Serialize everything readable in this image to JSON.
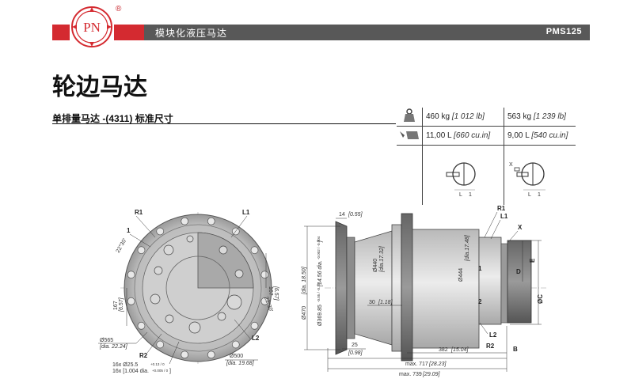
{
  "brand": {
    "logo_text": "PN",
    "registered": "®",
    "accent": "#d42a30"
  },
  "header": {
    "section": "模块化液压马达",
    "code": "PMS125"
  },
  "title": "轮边马达",
  "subtitle": "单排量马达 -(4311) 标准尺寸",
  "specs": {
    "weight_1": "460 kg",
    "weight_1_alt": "[1 012 lb]",
    "weight_2": "563 kg",
    "weight_2_alt": "[1 239 lb]",
    "oil_1": "11,00 L",
    "oil_1_alt": "[660 cu.in]",
    "oil_2": "9,00 L",
    "oil_2_alt": "[540 cu.in]",
    "icons": [
      "weight-icon",
      "oil-volume-icon"
    ],
    "diag_labels": {
      "l": "L",
      "one": "1",
      "x": "X"
    }
  },
  "front_view": {
    "r1": "R1",
    "l1": "L1",
    "port1": "1",
    "r2": "R2",
    "l2": "L2",
    "angle_top": "22°30'",
    "angle_right": "22°30'",
    "dim_167_right": "167",
    "dim_167_right_in": "[6.57]",
    "dim_167_left": "167",
    "dim_167_left_in": "[6.57]",
    "d565": "Ø565",
    "d565_in": "[dia. 22.24]",
    "holes": "16x Ø25.5",
    "holes_tol": "+0.13 / 0",
    "holes_in": "16x [1.004 dia.",
    "holes_in_tol": "+0.005 / 0",
    "holes_in_end": "]",
    "d500": "Ø500",
    "d500_in": "[dia. 19.68]"
  },
  "side_view": {
    "dim14": "14",
    "dim14_in": "[0.55]",
    "r1": "R1",
    "l1": "L1",
    "x": "X",
    "e": "E",
    "d": "D",
    "c": "ØC",
    "d440": "Ø440",
    "d440_in": "[dia.17.32]",
    "d444": "Ø444",
    "d444_in": "[dia.17.48]",
    "d470": "Ø470",
    "d470_in": "[dia. 18.50]",
    "d36985": "Ø369.85",
    "d36985_tol": "-0.05 / -0.10",
    "d36985_in": "[14.56 dia.",
    "d36985_in_tol": "-0.002 / -0.004",
    "d36985_in_end": "]",
    "port1": "1",
    "port2": "2",
    "dim30": "30",
    "dim30_in": "[1.18]",
    "dim25": "25",
    "dim25_in": "[0.98]",
    "dim382": "382",
    "dim382_in": "[15.04]",
    "l2": "L2",
    "r2": "R2",
    "b": "B",
    "max717": "max. 717",
    "max717_in": "[28.23]",
    "max739": "max. 739",
    "max739_in": "[29.09]"
  }
}
